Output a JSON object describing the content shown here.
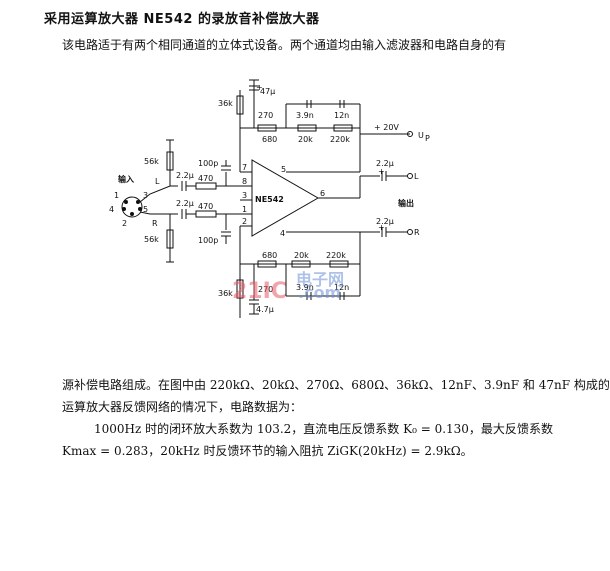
{
  "document": {
    "title": "采用运算放大器 NE542 的录放音补偿放大器",
    "intro": "该电路适于有两个相同通道的立体式设备。两个通道均由输入滤波器和电路自身的有",
    "body_line1": "源补偿电路组成。在图中由 220kΩ、20kΩ、270Ω、680Ω、36kΩ、12nF、3.9nF 和 47nF 构成的",
    "body_line2": "运算放大器反馈网络的情况下，电路数据为：",
    "body_line3": "1000Hz 时的闭环放大系数为 103.2，直流电压反馈系数 K₀ = 0.130，最大反馈系数",
    "body_line4": "Kmax = 0.283，20kHz 时反馈环节的输入阻抗 ZiGK(20kHz) = 2.9kΩ。"
  },
  "schematic": {
    "ic_label": "NE542",
    "input_label": "输入",
    "output_label": "输出",
    "supply_label": "+ 20V",
    "supply_symbol": "U",
    "supply_sub": "P",
    "channel_l": "L",
    "channel_r": "R",
    "r_56k": "56k",
    "r_470": "470",
    "c_2_2u": "2.2μ",
    "c_100p": "100p",
    "r_36k": "36k",
    "c_47u": "47μ",
    "c_4_7u": "4.7μ",
    "r_270": "270",
    "r_680": "680",
    "r_20k": "20k",
    "r_220k": "220k",
    "c_3_9n": "3.9n",
    "c_12n": "12n",
    "pins": [
      "1",
      "2",
      "3",
      "4",
      "5",
      "6",
      "7",
      "8"
    ],
    "connector_pins": [
      "1",
      "2",
      "3",
      "4",
      "5"
    ],
    "plus": "+",
    "watermark_main": "21IC",
    "watermark_sub": "电子网",
    "watermark_url": ".com"
  }
}
